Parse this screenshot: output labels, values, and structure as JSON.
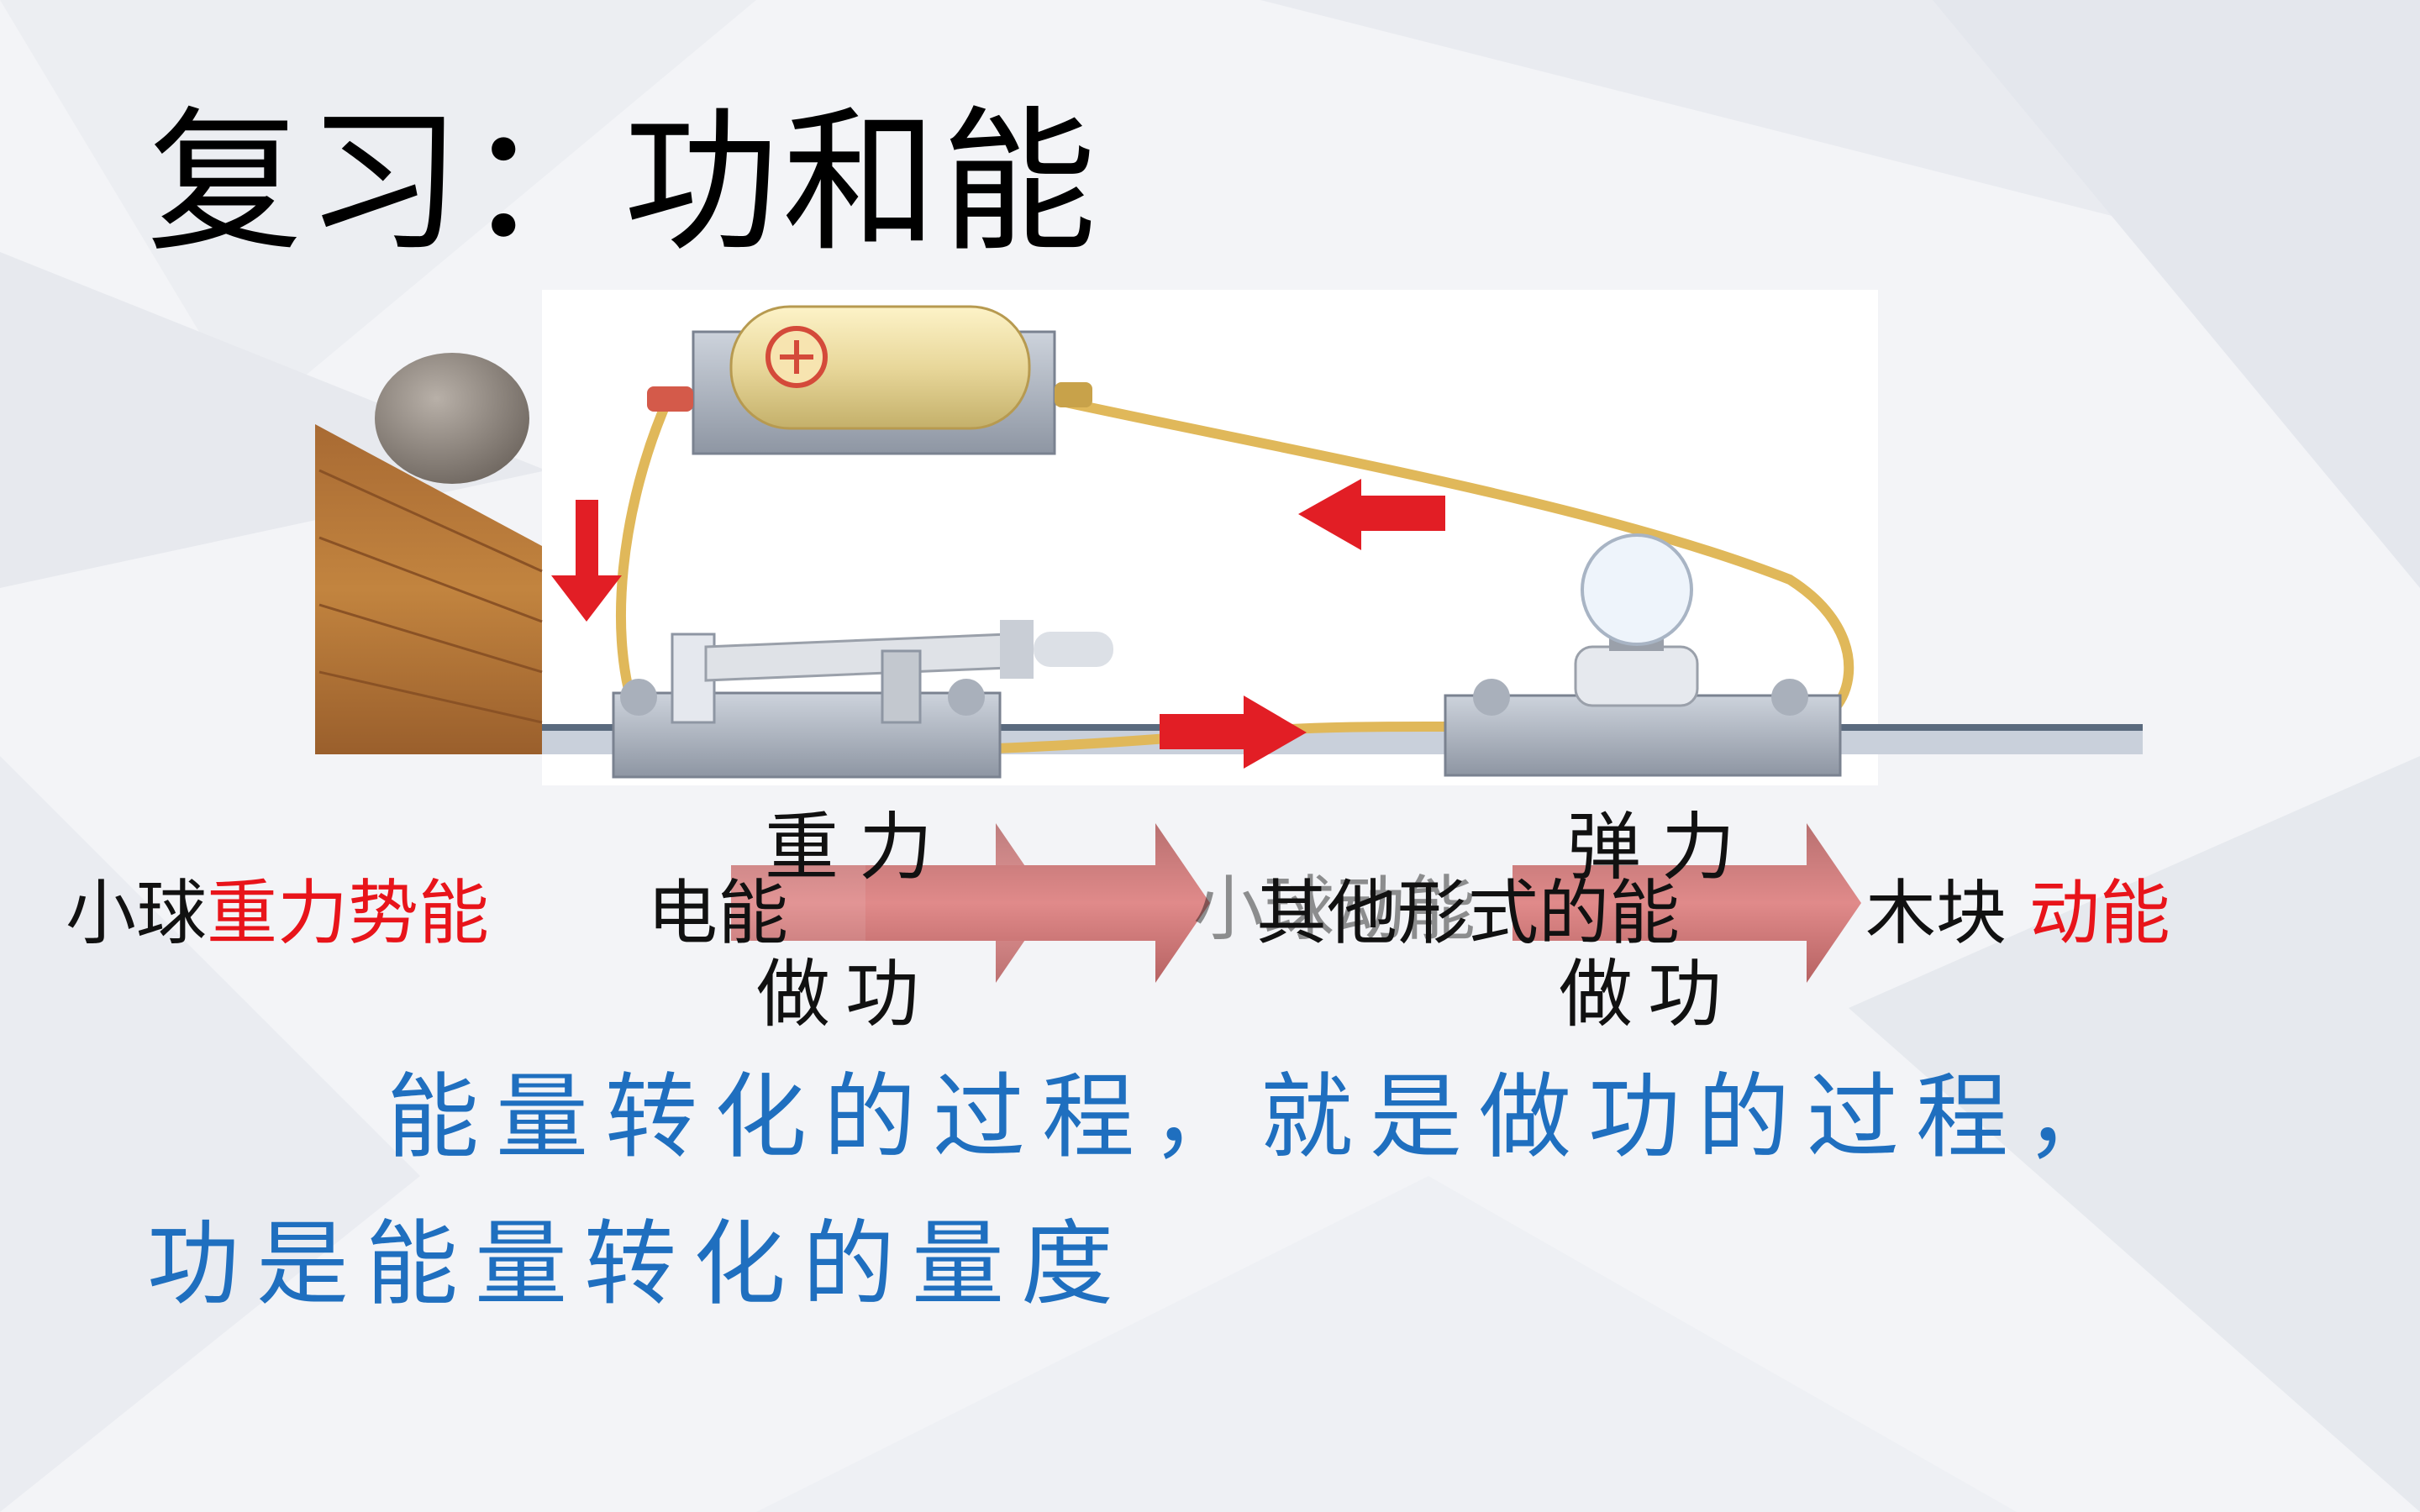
{
  "title": "复习：功和能",
  "row": {
    "ball": "小球",
    "gravity_pe": "重力势能",
    "electric_energy": "电能",
    "gravity_work_top": "重力",
    "gravity_work_bottom": "做功",
    "ball_ke_faded": "小球动能",
    "other_forms": "其他形式的能",
    "elastic_work_top": "弹力",
    "elastic_work_bottom": "做功",
    "block": "木块",
    "kinetic": "动能"
  },
  "statement": {
    "line1": "能量转化的过程，就是做功的过程，",
    "line2": "功是能量转化的量度"
  },
  "colors": {
    "title": "#000000",
    "highlight_red": "#e8141a",
    "statement_blue": "#1f6fbf",
    "arrow_red": "#c84a4a",
    "wire": "#e0b85a"
  },
  "icons": [
    "ball-icon",
    "wood-ramp-icon",
    "battery-icon",
    "switch-icon",
    "bulb-icon",
    "current-arrow-icon",
    "conversion-arrow-icon"
  ]
}
